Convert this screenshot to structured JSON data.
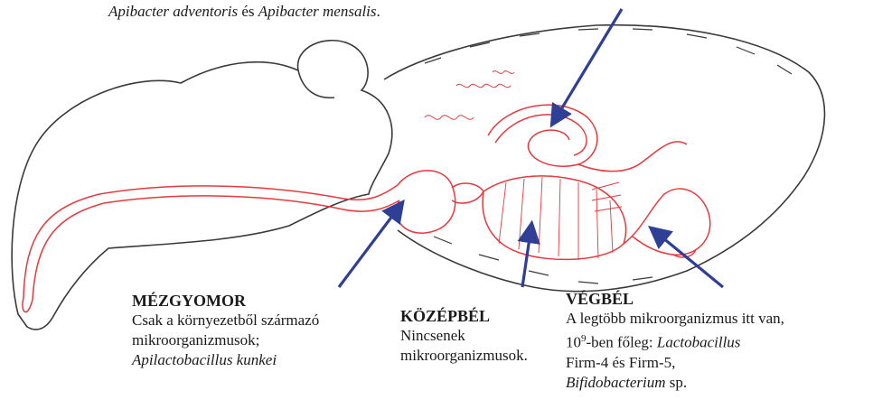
{
  "intro": {
    "italic1": "Apibacter adventoris",
    "connector": " és ",
    "italic2": "Apibacter mensalis",
    "end": "."
  },
  "labels": {
    "honey_stomach": {
      "title": "MÉZGYOMOR",
      "line1": "Csak a környezetből származó",
      "line2": "mikroorganizmusok;",
      "line3": "Apilactobacillus kunkei"
    },
    "midgut": {
      "title": "KÖZÉPBÉL",
      "line1": "Nincsenek",
      "line2": "mikroorganizmusok."
    },
    "rectum": {
      "title": "VÉGBÉL",
      "line1": "A legtöbb mikroorganizmus itt van,",
      "line2_pre": "10",
      "line2_sup": "9",
      "line2_mid": "-ben főleg: ",
      "line2_it": "Lactobacillus",
      "line3": "Firm-4 és Firm-5,",
      "line4_it": "Bifidobacterium",
      "line4_post": " sp."
    }
  },
  "colors": {
    "outline": "#3a3a3a",
    "gut": "#e8383d",
    "arrow": "#2e3f95",
    "text": "#1a1a1a"
  }
}
